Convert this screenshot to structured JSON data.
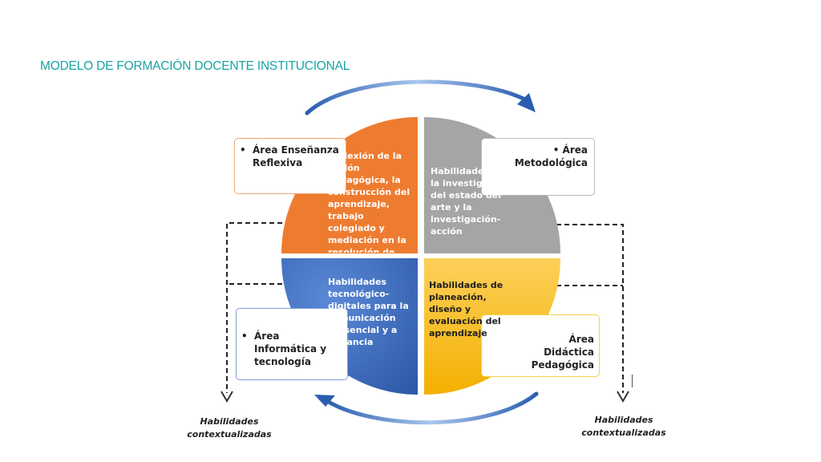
{
  "title": "MODELO DE FORMACIÓN DOCENTE INSTITUCIONAL",
  "colors": {
    "title": "#1aa3a3",
    "orange": "#ee7c30",
    "gray": "#a5a5a5",
    "blue": "#4472c4",
    "yellow": "#fbc016",
    "arrow": "#4a78c8"
  },
  "areas": {
    "top_left": {
      "bullet": "•",
      "label": "Área Enseñanza Reflexiva"
    },
    "top_right": {
      "bullet": "•",
      "label": "Área Metodológica"
    },
    "bottom_left": {
      "bullet": "•",
      "label": "Área Informática y tecnología"
    },
    "bottom_right": {
      "label": "Área Didáctica Pedagógica"
    }
  },
  "quadrants": {
    "orange": "Reflexión de la acción pedagógica, la construcción del aprendizaje, trabajo colegiado y mediación en la resolución de conflictos",
    "gray": "Habilidades para la investigación del estado del arte y la investigación-acción",
    "blue": "Habilidades tecnológico-digitales para la comunicación presencial y a distancia",
    "yellow": "Habilidades de planeación, diseño y evaluación del aprendizaje"
  },
  "outputs": {
    "left": "Habilidades contextualizadas",
    "right": "Habilidades contextualizadas"
  }
}
